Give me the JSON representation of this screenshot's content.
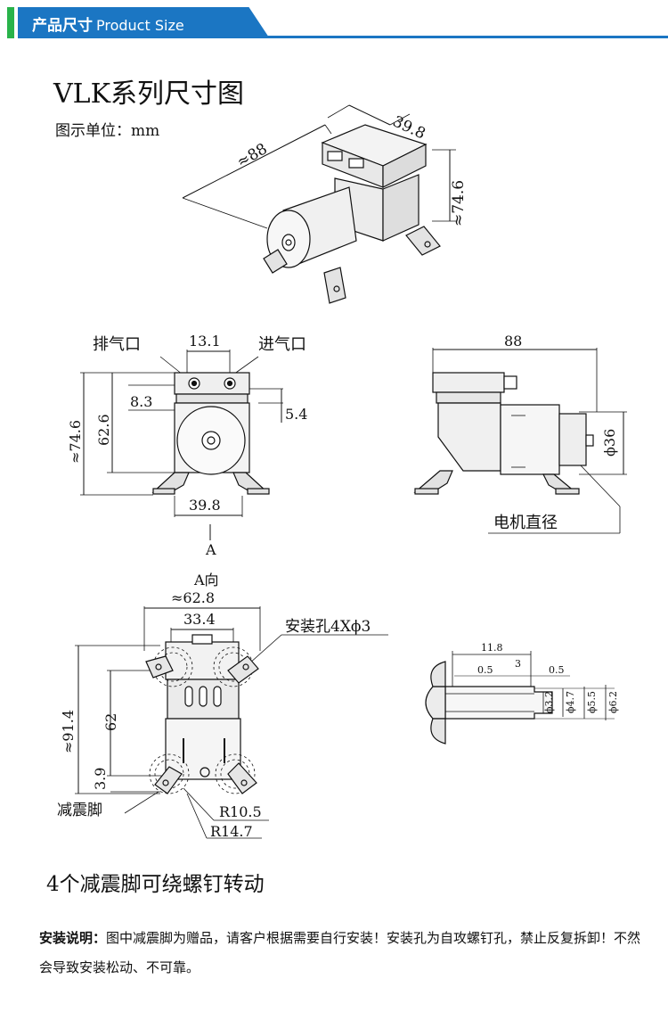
{
  "header": {
    "title_cn": "产品尺寸",
    "title_en": "Product Size"
  },
  "title": "VLK系列尺寸图",
  "unit": "图示单位：mm",
  "iso_view": {
    "dim_length": "≈88",
    "dim_width": "39.8",
    "dim_height": "≈74.6"
  },
  "front_view": {
    "label_exhaust": "排气口",
    "label_intake": "进气口",
    "dim_port_spacing": "13.1",
    "dim_total_height": "≈74.6",
    "dim_port_height": "62.6",
    "dim_port_offset": "8.3",
    "dim_side": "5.4",
    "dim_base": "39.8",
    "view_marker": "A"
  },
  "side_view": {
    "dim_length": "88",
    "dim_motor_dia": "ϕ36",
    "label_motor": "电机直径"
  },
  "a_view": {
    "label": "A向",
    "dim_outer_width": "≈62.8",
    "dim_hole_spacing": "33.4",
    "label_holes": "安装孔4Xϕ3",
    "dim_total": "≈91.4",
    "dim_hole_vertical": "62",
    "dim_edge": "3.9",
    "label_feet": "减震脚",
    "dim_r1": "R10.5",
    "dim_r2": "R14.7"
  },
  "nozzle_view": {
    "dim_length": "11.8",
    "dim_a": "0.5",
    "dim_b": "3",
    "dim_c": "0.5",
    "dim_d1": "ϕ3.2",
    "dim_d2": "ϕ4.7",
    "dim_d3": "ϕ5.5",
    "dim_d4": "ϕ6.2"
  },
  "rotate_note": "4个减震脚可绕螺钉转动",
  "install_note": {
    "label": "安装说明：",
    "text": "图中减震脚为赠品，请客户根据需要自行安装！安装孔为自攻螺钉孔，禁止反复拆卸！不然会导致安装松动、不可靠。"
  }
}
